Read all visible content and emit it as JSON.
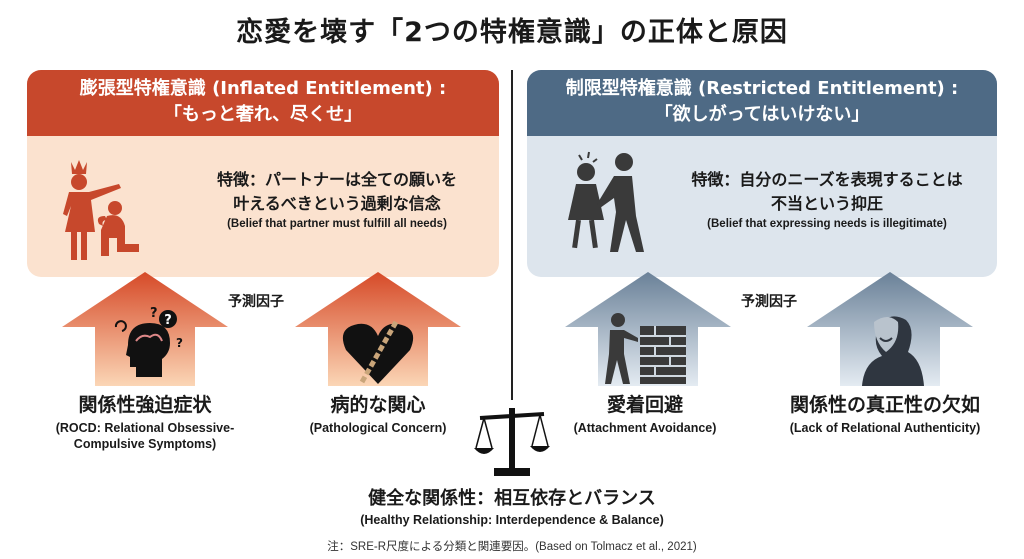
{
  "title": "恋愛を壊す「2つの特権意識」の正体と原因",
  "inflated": {
    "header_line1": "膨張型特権意識 (Inflated Entitlement) :",
    "header_line2": "「もっと奢れ、尽くせ」",
    "feature_line1": "特徴：パートナーは全ての願いを",
    "feature_line2": "叶えるべきという過剰な信念",
    "feature_en": "(Belief that partner must fulfill all needs)",
    "predictors_label": "予測因子",
    "predictors": [
      {
        "jp": "関係性強迫症状",
        "en1": "(ROCD: Relational Obsessive-",
        "en2": "Compulsive Symptoms)",
        "icon": "brain-question-icon"
      },
      {
        "jp": "病的な関心",
        "en1": "(Pathological Concern)",
        "en2": "",
        "icon": "chained-heart-icon"
      }
    ],
    "color": "#c7482c"
  },
  "restricted": {
    "header_line1": "制限型特権意識 (Restricted Entitlement) :",
    "header_line2": "「欲しがってはいけない」",
    "feature_line1": "特徴：自分のニーズを表現することは",
    "feature_line2": "不当という抑圧",
    "feature_en": "(Belief that expressing needs is illegitimate)",
    "predictors_label": "予測因子",
    "predictors": [
      {
        "jp": "愛着回避",
        "en1": "(Attachment Avoidance)",
        "icon": "brick-wall-icon"
      },
      {
        "jp": "関係性の真正性の欠如",
        "en1": "(Lack of Relational Authenticity)",
        "icon": "mask-icon"
      }
    ],
    "color": "#4e6a85"
  },
  "healthy": {
    "jp": "健全な関係性：相互依存とバランス",
    "en": "(Healthy Relationship: Interdependence & Balance)"
  },
  "note": "注：SRE-R尺度による分類と関連要因。(Based on Tolmacz et al., 2021)"
}
